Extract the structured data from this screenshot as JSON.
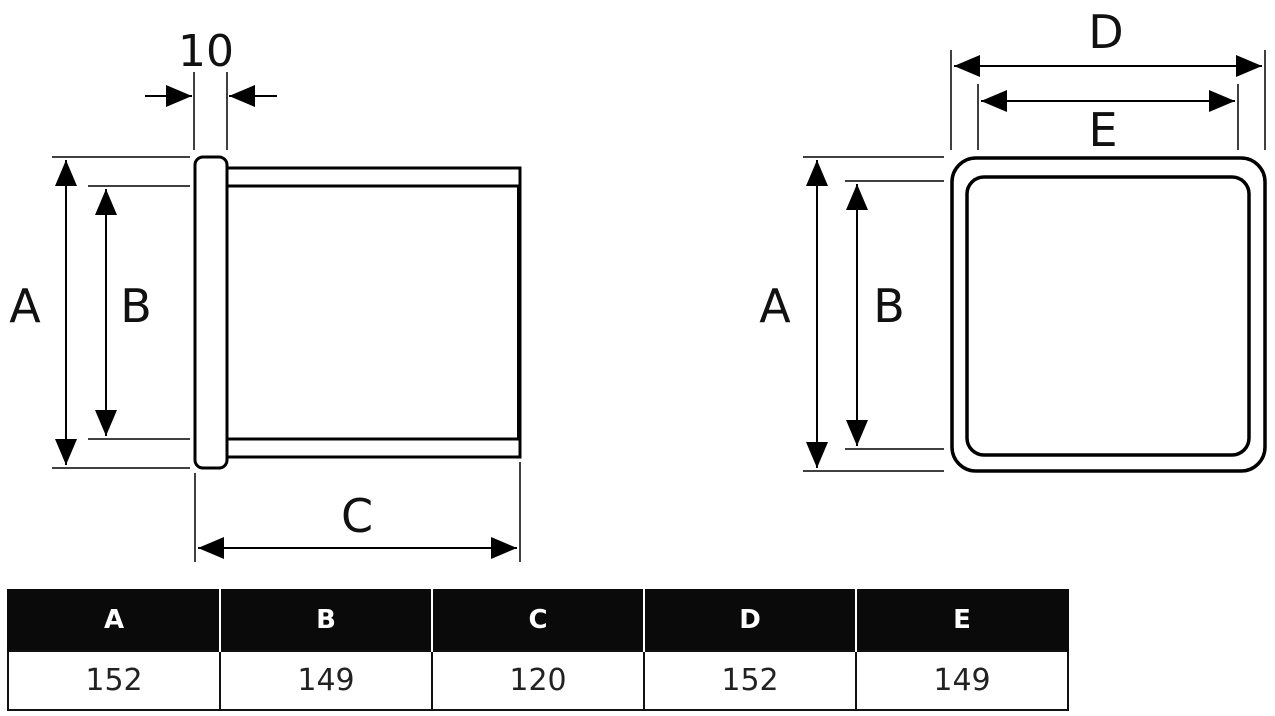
{
  "side_view": {
    "flange_label": "10",
    "height_outer_label": "A",
    "height_inner_label": "B",
    "length_label": "C"
  },
  "front_view": {
    "width_outer_label": "D",
    "width_inner_label": "E",
    "height_outer_label": "A",
    "height_inner_label": "B"
  },
  "table": {
    "headers": [
      "A",
      "B",
      "C",
      "D",
      "E"
    ],
    "values": [
      "152",
      "149",
      "120",
      "152",
      "149"
    ]
  }
}
